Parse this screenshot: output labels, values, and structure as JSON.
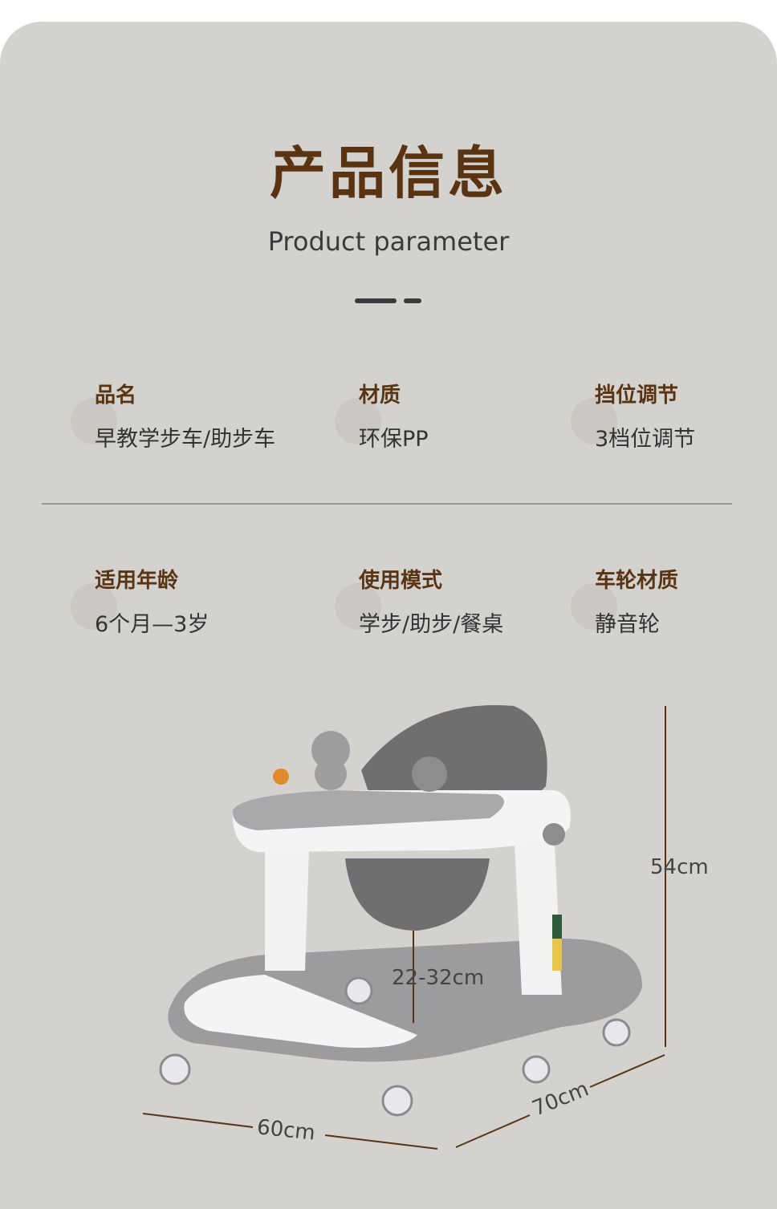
{
  "header": {
    "title": "产品信息",
    "subtitle": "Product parameter"
  },
  "params": [
    {
      "label": "品名",
      "value": "早教学步车/助步车"
    },
    {
      "label": "材质",
      "value": "环保PP"
    },
    {
      "label": "挡位调节",
      "value": "3档位调节"
    },
    {
      "label": "适用年龄",
      "value": "6个月—3岁"
    },
    {
      "label": "使用模式",
      "value": "学步/助步/餐桌"
    },
    {
      "label": "车轮材质",
      "value": "静音轮"
    }
  ],
  "dimensions": {
    "height": "54cm",
    "seat_height": "22-32cm",
    "width": "60cm",
    "depth": "70cm"
  },
  "colors": {
    "background": "#d3d2ce",
    "accent": "#5a3412"
  }
}
